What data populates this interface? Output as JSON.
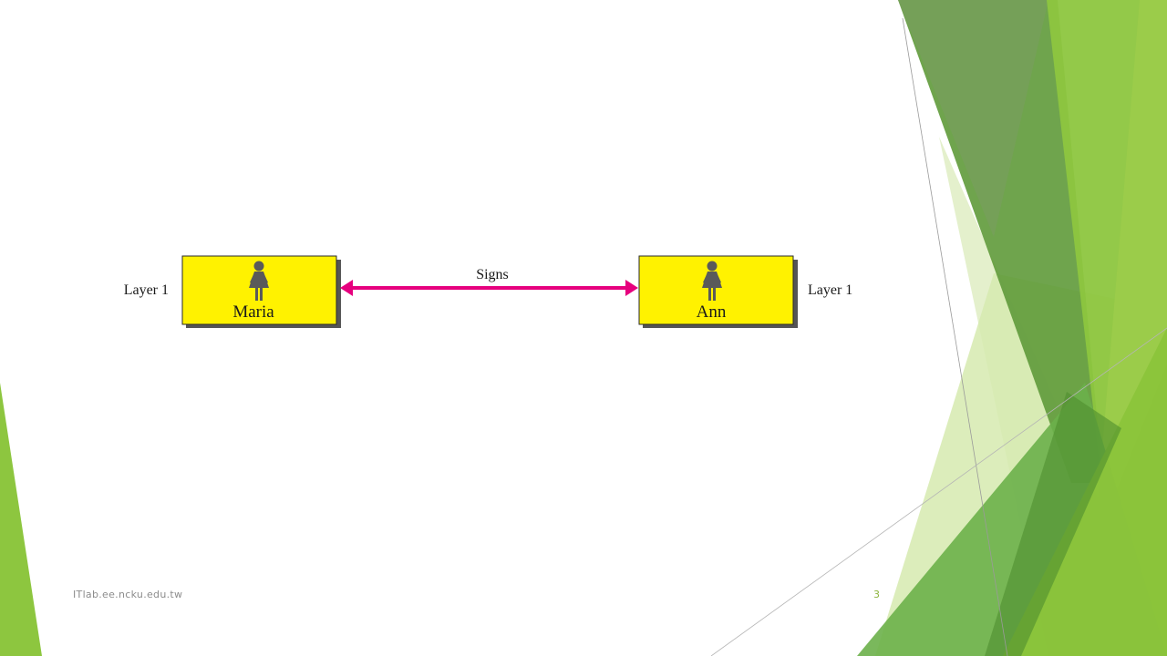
{
  "colors": {
    "box_fill": "#fff200",
    "box_shadow": "#555555",
    "arrow": "#e6007e",
    "person_icon": "#5a5a5a",
    "green_dark": "#4e8a2a",
    "green_mid": "#6aa84f",
    "green_light": "#8dc63f",
    "green_pale": "#d6eaaf"
  },
  "diagram": {
    "left_layer_label": "Layer 1",
    "right_layer_label": "Layer 1",
    "left_person": {
      "name": "Maria",
      "icon": "woman-icon"
    },
    "right_person": {
      "name": "Ann",
      "icon": "woman-icon"
    },
    "channel_label": "Signs"
  },
  "footer": {
    "source": "ITlab.ee.ncku.edu.tw",
    "page_number": "3"
  }
}
